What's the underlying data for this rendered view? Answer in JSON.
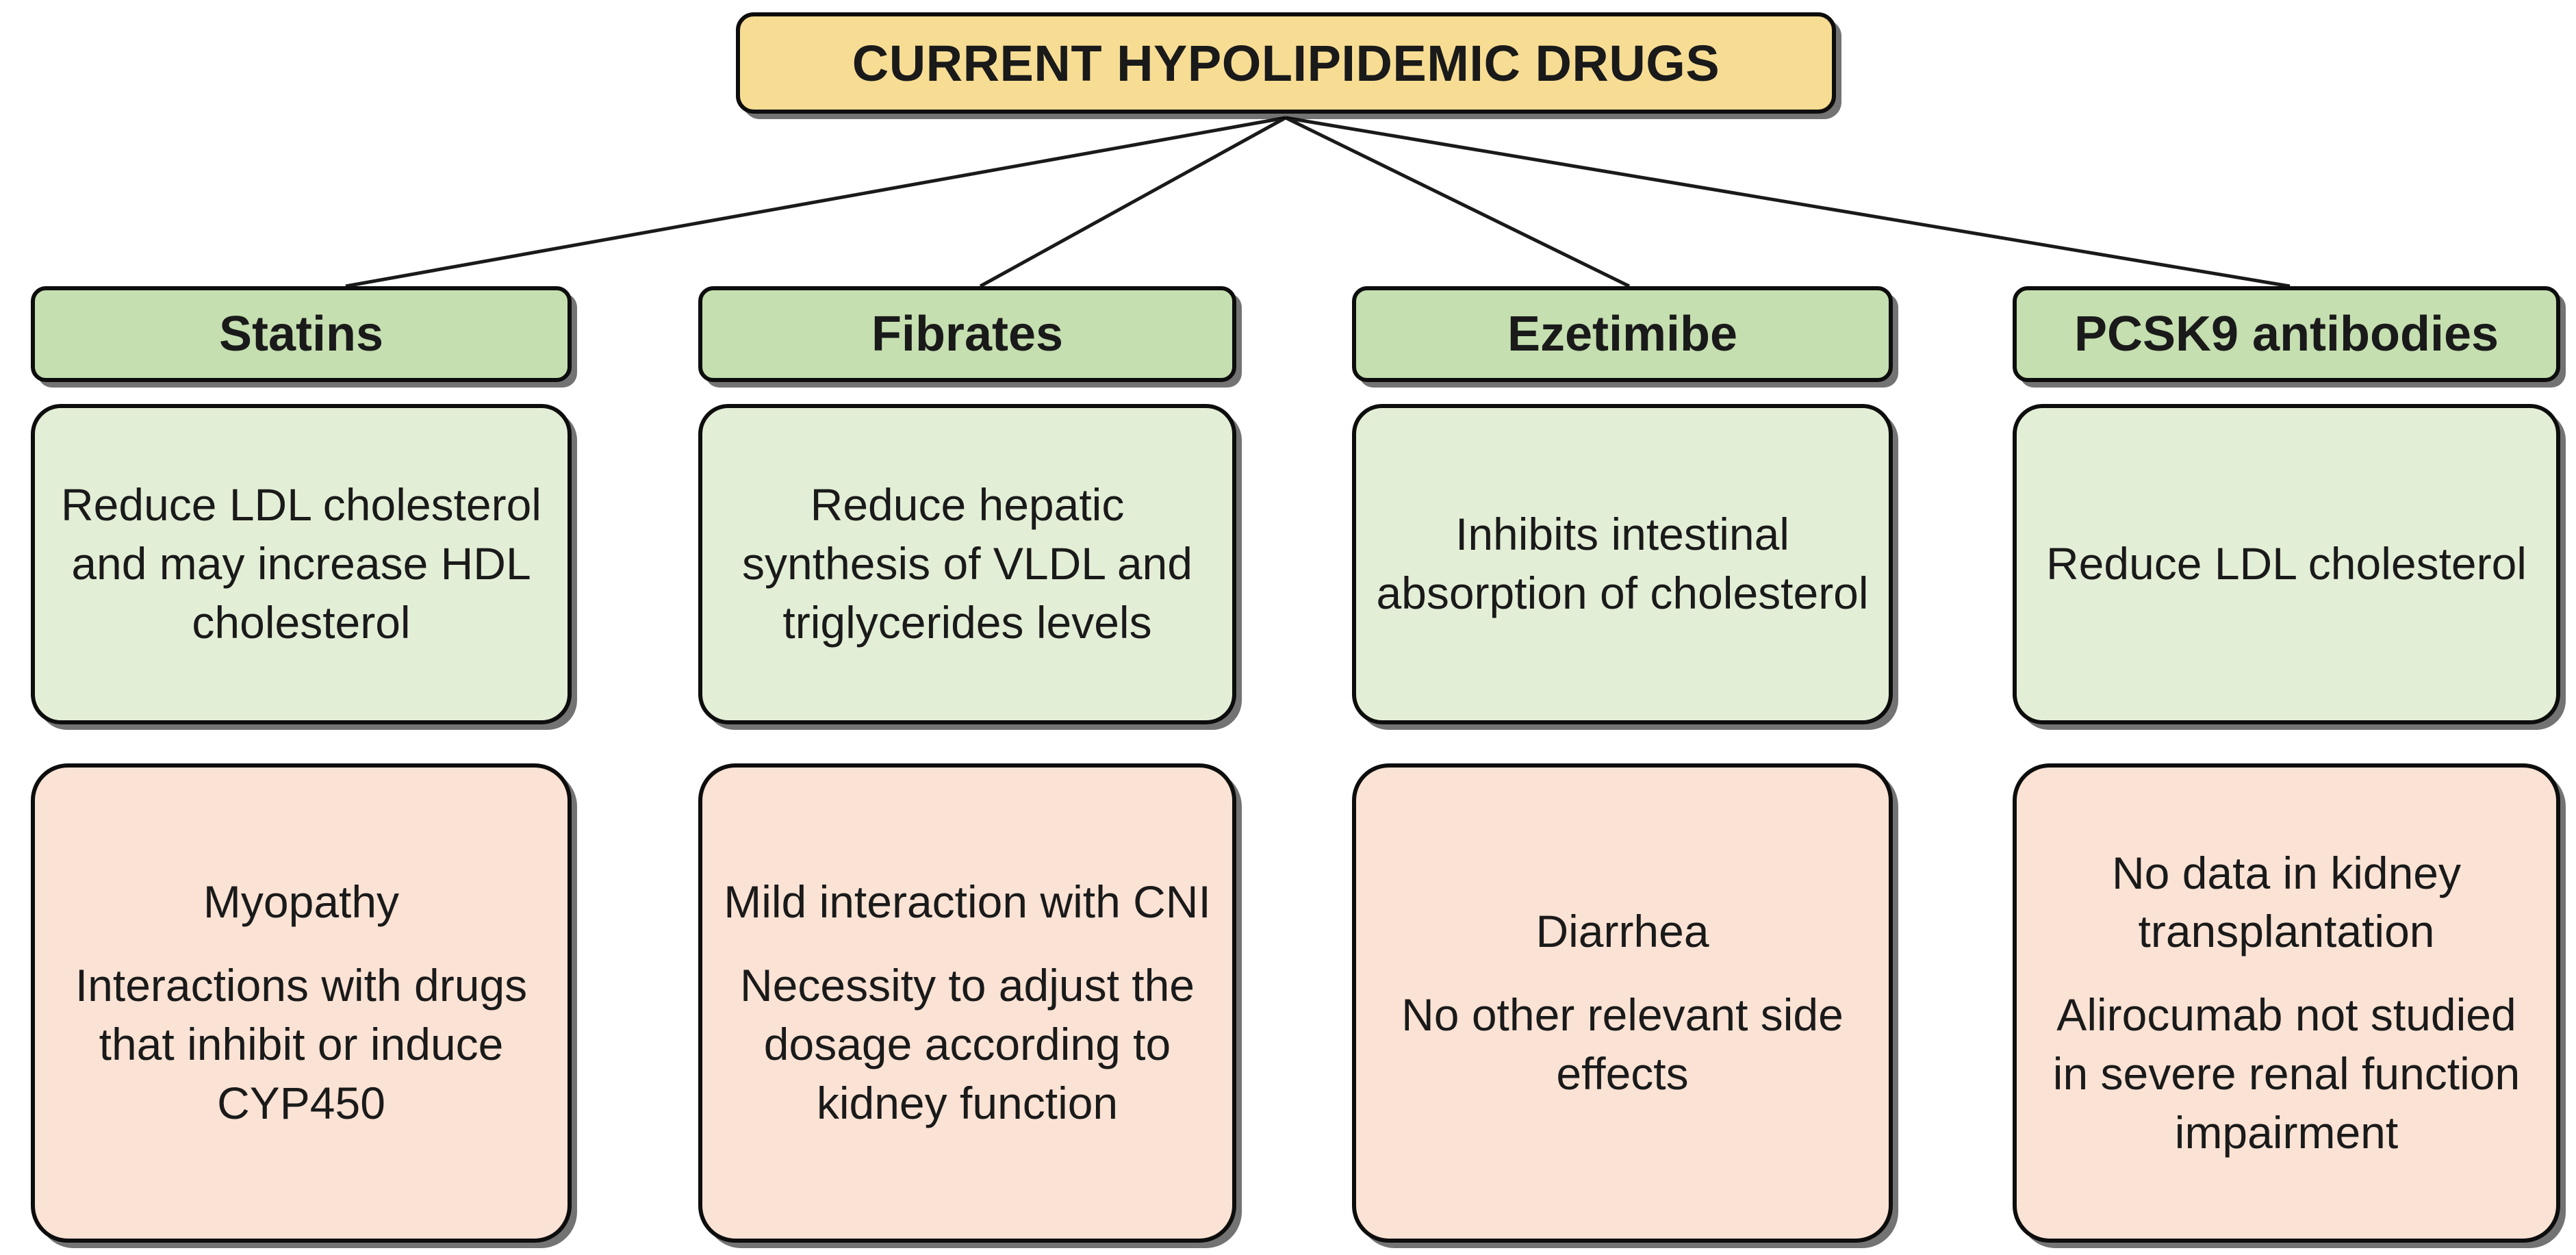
{
  "diagram": {
    "root": {
      "label": "CURRENT HYPOLIPIDEMIC DRUGS",
      "color": "#f7dd93"
    },
    "palette": {
      "root_fill": "#f7dd93",
      "header_fill": "#c5dfb0",
      "mechanism_fill": "#e3eed6",
      "adverse_fill": "#fae2d4",
      "border": "#0d0d0d",
      "text": "#1a1a1a",
      "background": "#ffffff"
    },
    "columns": [
      {
        "header": "Statins",
        "mechanism": "Reduce LDL cholesterol and may increase HDL cholesterol",
        "adverse": [
          "Myopathy",
          "Interactions with drugs that inhibit or induce CYP450"
        ]
      },
      {
        "header": "Fibrates",
        "mechanism": "Reduce hepatic synthesis of VLDL and triglycerides levels",
        "adverse": [
          "Mild interaction with CNI",
          "Necessity to adjust the dosage according to kidney function"
        ]
      },
      {
        "header": "Ezetimibe",
        "mechanism": "Inhibits intestinal absorption of cholesterol",
        "adverse": [
          "Diarrhea",
          "No other relevant side effects"
        ]
      },
      {
        "header": "PCSK9 antibodies",
        "mechanism": "Reduce LDL cholesterol",
        "adverse": [
          "No data in kidney transplantation",
          "Alirocumab not studied in severe renal function impairment"
        ]
      }
    ]
  }
}
